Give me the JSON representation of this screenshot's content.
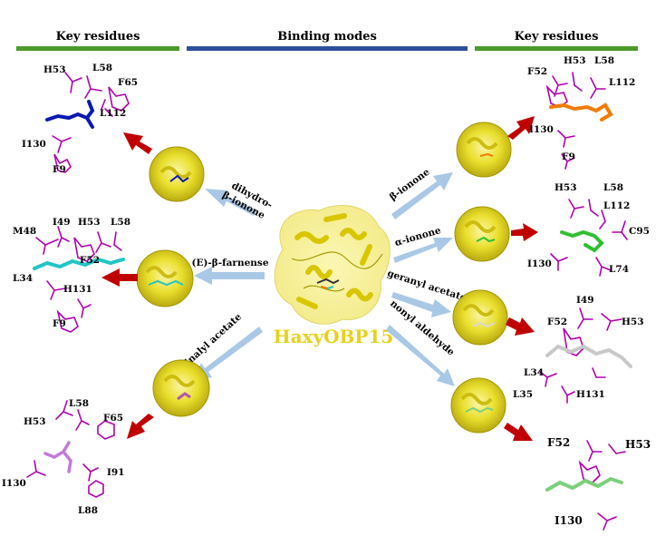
{
  "headers": {
    "left": "Key residues",
    "center": "Binding modes",
    "right": "Key residues"
  },
  "colors": {
    "header_left_bar": "#4c9a2a",
    "header_center_bar": "#2f4f9e",
    "header_right_bar": "#4c9a2a",
    "arrow_blue": "#a9c8e6",
    "arrow_red": "#c00000",
    "residue": "#b000b0",
    "protein": "#e6d21a"
  },
  "protein": {
    "name": "HaxyOBP15"
  },
  "ligands": {
    "dihydro_beta_ionone": {
      "line1": "dihydro-",
      "line2": "β-ionone",
      "color": "#0a1ab0"
    },
    "e_beta_farnesene": {
      "label": "(E)-β-farnense",
      "color": "#22c4c4"
    },
    "linalyl_acetate": {
      "label": "linalyl acetate",
      "color": "#c27ad8"
    },
    "beta_ionone": {
      "label": "β-ionone",
      "color": "#f07c00"
    },
    "alpha_ionone": {
      "label": "α-ionone",
      "color": "#30c030"
    },
    "geranyl_acetate": {
      "label": "geranyl acetate",
      "color": "#c8c8c8"
    },
    "nonyl_aldehyde": {
      "label": "nonyl aldehyde",
      "color": "#7ccf7c"
    }
  },
  "residues": {
    "p1": [
      "H53",
      "L58",
      "F65",
      "L112",
      "I130",
      "F9"
    ],
    "p2": [
      "M48",
      "I49",
      "H53",
      "L58",
      "F52",
      "L34",
      "H131",
      "F9"
    ],
    "p3": [
      "L58",
      "H53",
      "F65",
      "I91",
      "I130",
      "L88"
    ],
    "p4": [
      "H53",
      "L58",
      "F52",
      "L112",
      "I130",
      "F9"
    ],
    "p5": [
      "H53",
      "L58",
      "L112",
      "C95",
      "I130",
      "L74"
    ],
    "p6": [
      "I49",
      "F52",
      "H53",
      "L34",
      "L35",
      "H131"
    ],
    "p7": [
      "F52",
      "H53",
      "I130"
    ]
  }
}
